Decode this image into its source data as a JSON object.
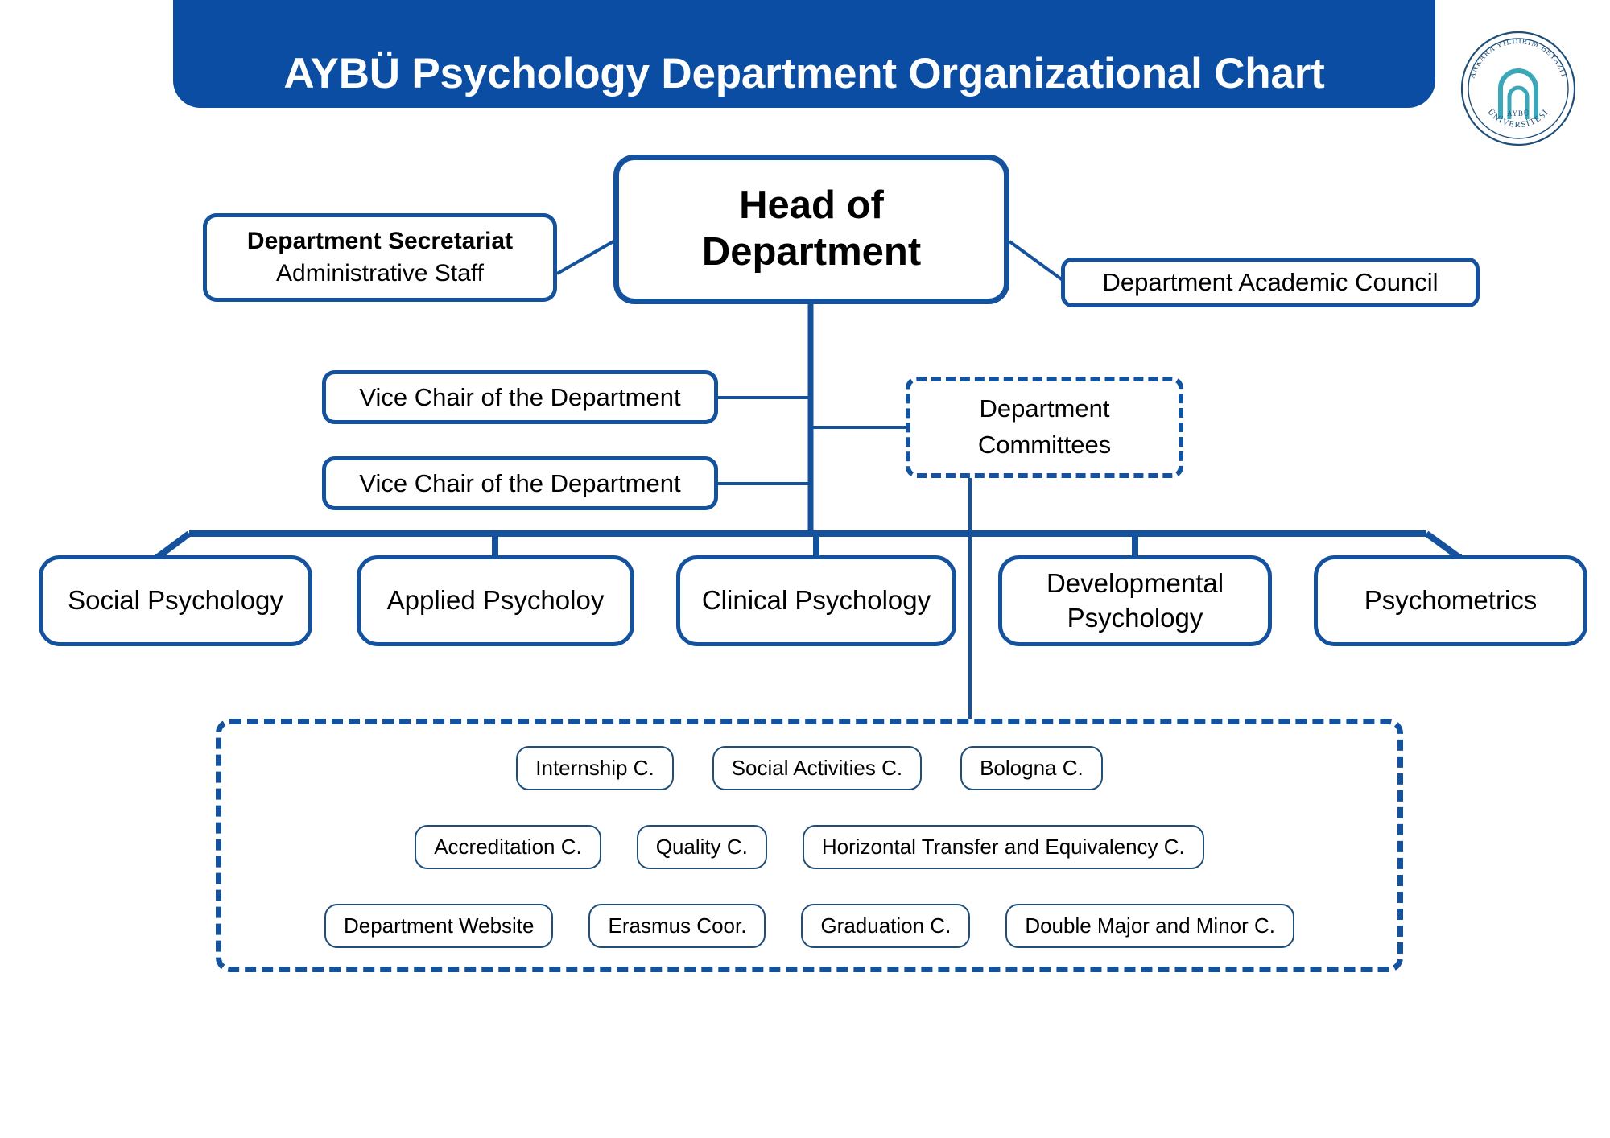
{
  "header": {
    "title": "AYBÜ Psychology Department Organizational Chart",
    "banner_color": "#0b4da2"
  },
  "logo": {
    "name": "aybu-university-seal",
    "outer_text_top": "ANKARA YILDIRIM BEYAZIT",
    "outer_text_bottom": "ÜNİVERSİTESİ",
    "inner_text": "AYBÜ",
    "accent_color": "#3aa8b8"
  },
  "chart": {
    "type": "organizational-chart",
    "line_color": "#14529e",
    "box_border_color": "#14529e",
    "chip_border_color": "#1f4e79",
    "head": {
      "line1": "Head of",
      "line2": "Department"
    },
    "secretariat": {
      "line1": "Department Secretariat",
      "line2": "Administrative Staff"
    },
    "academic_council": {
      "label": "Department Academic Council"
    },
    "vice_chairs": [
      {
        "label": "Vice Chair of the Department"
      },
      {
        "label": "Vice Chair of the Department"
      }
    ],
    "committees_box": {
      "line1": "Department",
      "line2": "Committees",
      "style": "dashed"
    },
    "divisions": [
      {
        "line1": "Social Psychology",
        "line2": ""
      },
      {
        "line1": "Applied Psycholoy",
        "line2": ""
      },
      {
        "line1": "Clinical Psychology",
        "line2": ""
      },
      {
        "line1": "Developmental",
        "line2": "Psychology"
      },
      {
        "line1": "Psychometrics",
        "line2": ""
      }
    ],
    "committee_rows": [
      [
        {
          "label": "Internship C."
        },
        {
          "label": "Social Activities C."
        },
        {
          "label": "Bologna C."
        }
      ],
      [
        {
          "label": "Accreditation C."
        },
        {
          "label": "Quality C."
        },
        {
          "label": "Horizontal Transfer and Equivalency C."
        }
      ],
      [
        {
          "label": "Department Website"
        },
        {
          "label": "Erasmus Coor."
        },
        {
          "label": "Graduation C."
        },
        {
          "label": "Double Major and Minor C."
        }
      ]
    ]
  }
}
